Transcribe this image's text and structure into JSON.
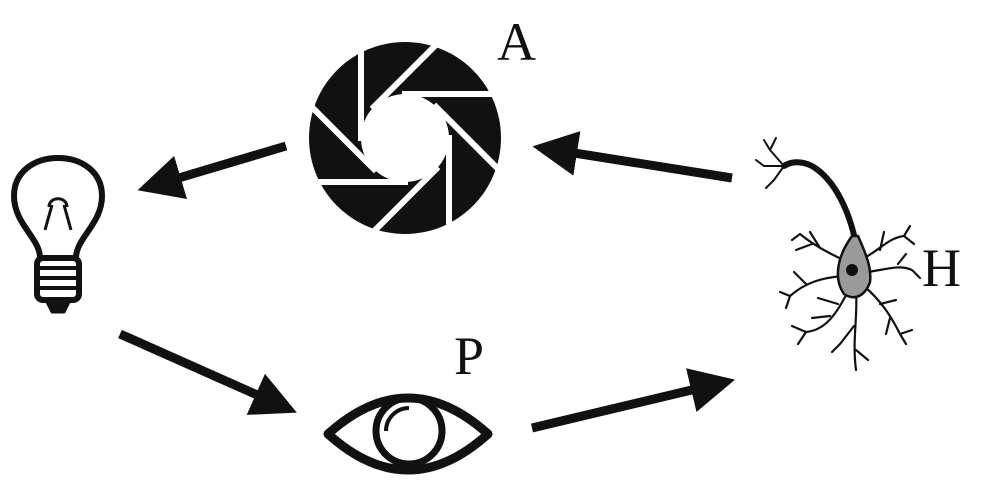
{
  "labels": {
    "aperture": "A",
    "perception": "P",
    "human": "H"
  },
  "icons": {
    "aperture": "camera-aperture-icon",
    "bulb": "light-bulb-icon",
    "eye": "eye-icon",
    "neuron": "neuron-icon"
  },
  "colors": {
    "ink": "#111111",
    "soma": "#9a9a9a",
    "background": "#ffffff"
  }
}
